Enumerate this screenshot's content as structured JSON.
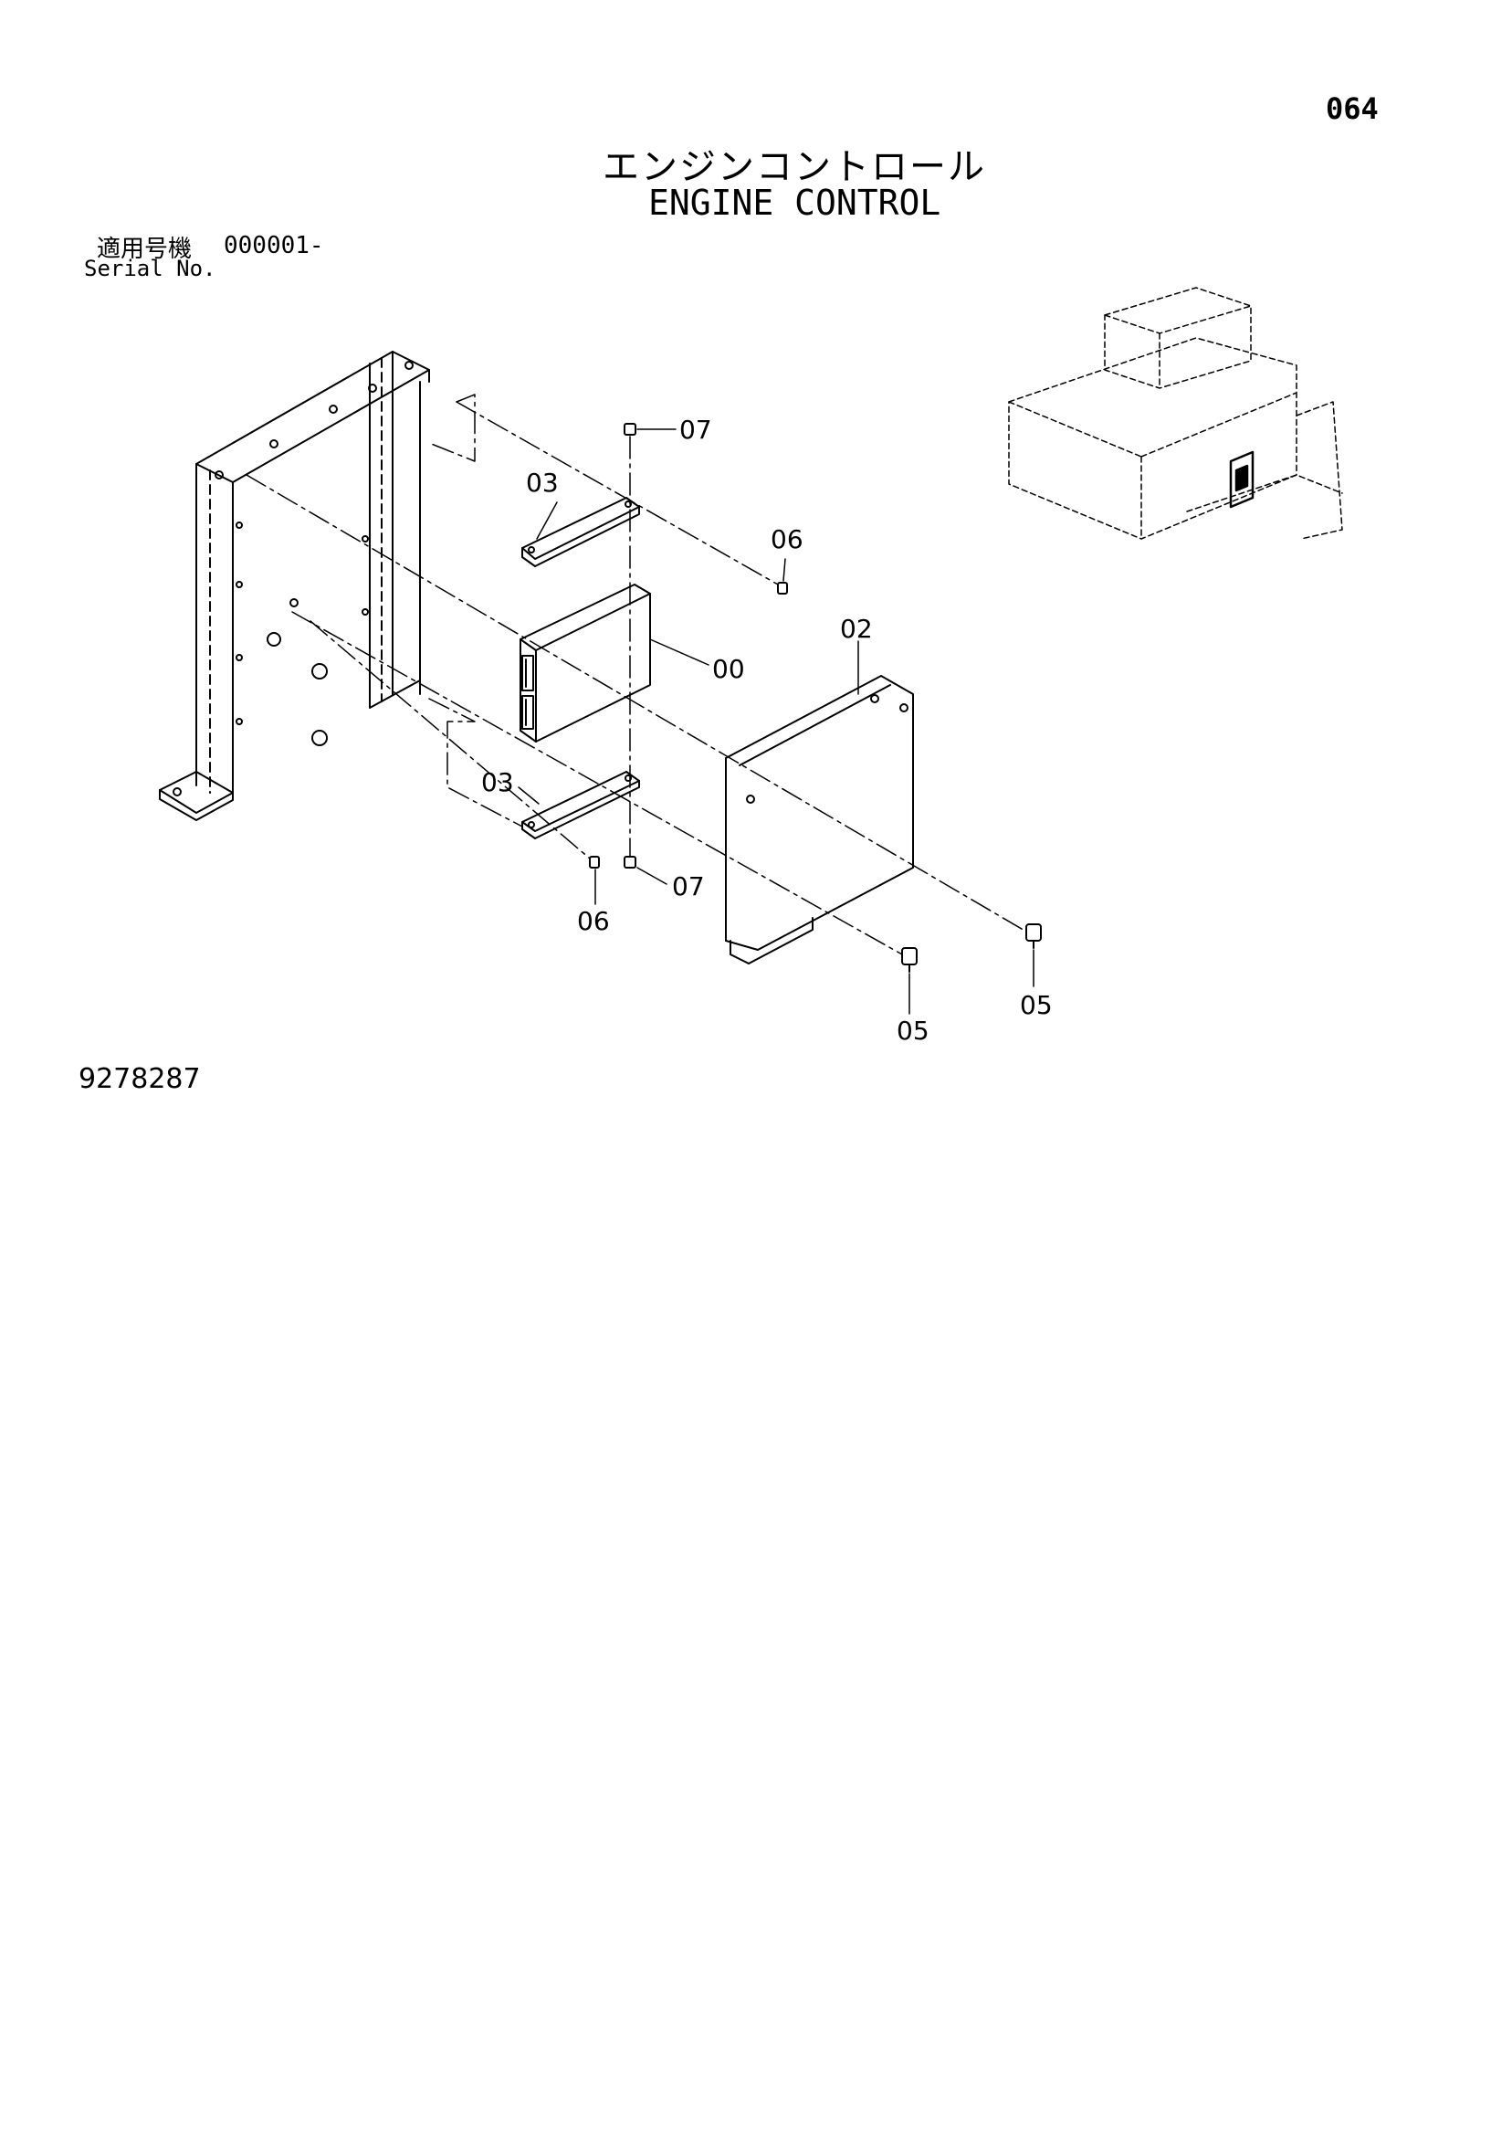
{
  "header": {
    "page_number": "064",
    "title_jp": "エンジンコントロール",
    "title_en": "ENGINE CONTROL"
  },
  "serial": {
    "label_jp": "適用号機",
    "value": "000001-",
    "label_en": "Serial No."
  },
  "callouts": {
    "c00": "00",
    "c02": "02",
    "c03a": "03",
    "c03b": "03",
    "c05a": "05",
    "c05b": "05",
    "c06a": "06",
    "c06b": "06",
    "c07a": "07",
    "c07b": "07"
  },
  "footer": {
    "drawing_number": "9278287"
  }
}
